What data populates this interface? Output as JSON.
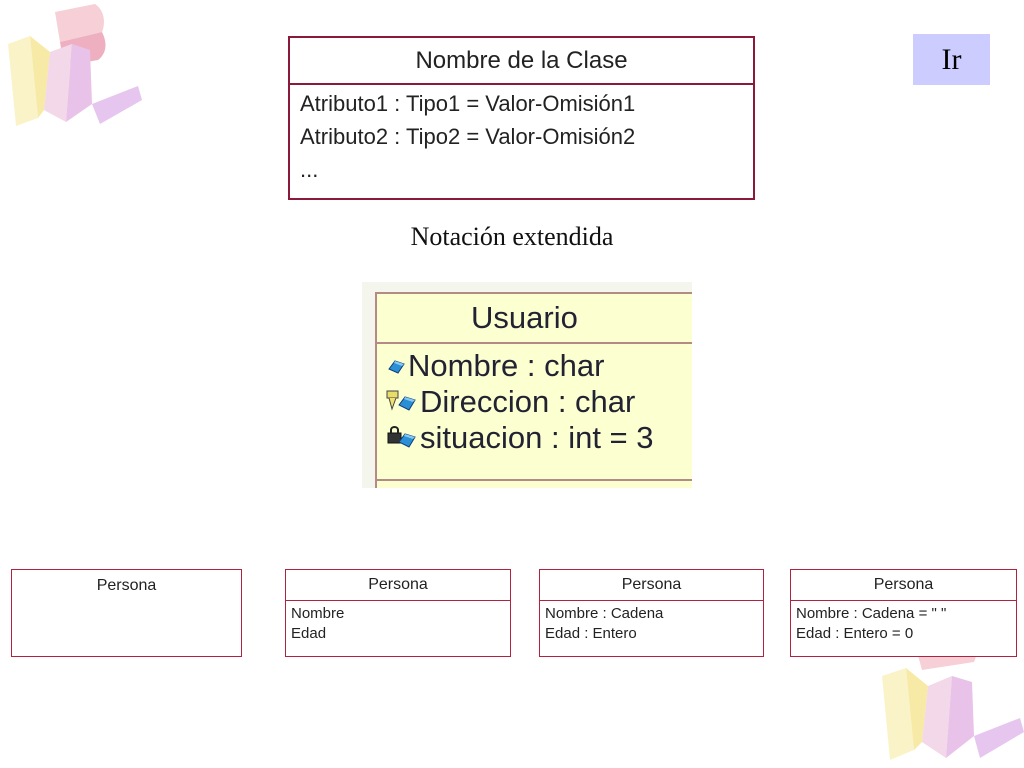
{
  "logos": {
    "top_left": "uml-logo",
    "bottom_right": "uml-logo"
  },
  "ir_button": {
    "label": "Ir",
    "color": "#ccccff"
  },
  "main_class": {
    "name": "Nombre de la Clase",
    "attributes": [
      "Atributo1 : Tipo1 = Valor-Omisión1",
      "Atributo2 : Tipo2 = Valor-Omisión2",
      "..."
    ],
    "border_color": "#8b1a3a"
  },
  "caption": "Notación extendida",
  "usuario_class": {
    "name": "Usuario",
    "attributes": [
      {
        "icon": "public-attribute-icon",
        "text": "Nombre : char"
      },
      {
        "icon": "protected-attribute-icon",
        "text": "Direccion : char"
      },
      {
        "icon": "private-attribute-icon",
        "text": "situacion : int = 3"
      }
    ]
  },
  "persona_examples": [
    {
      "name": "Persona",
      "attributes": []
    },
    {
      "name": "Persona",
      "attributes": [
        "Nombre",
        "Edad"
      ]
    },
    {
      "name": "Persona",
      "attributes": [
        "Nombre : Cadena",
        "Edad : Entero"
      ]
    },
    {
      "name": "Persona",
      "attributes": [
        "Nombre : Cadena = \" \"",
        "Edad : Entero = 0"
      ]
    }
  ]
}
